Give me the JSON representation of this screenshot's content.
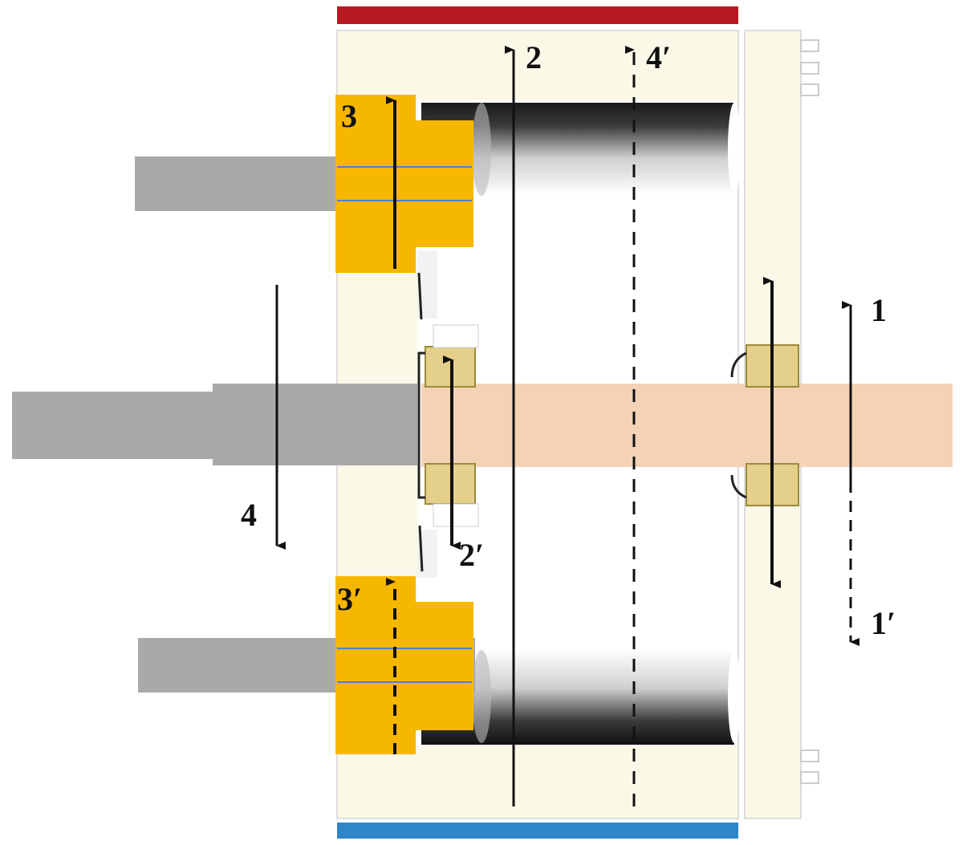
{
  "colors": {
    "top_bar": "#b51a22",
    "bottom_bar": "#2e86c9",
    "body": "#fbf8e8",
    "seal": "#f6b700",
    "shaft": "#a9a9a9",
    "sample": "#f3d2b6",
    "bearing": "#e4d08a",
    "arrow": "#111111"
  },
  "labels": {
    "l1": "1",
    "l1p": "1′",
    "l2": "2",
    "l2p": "2′",
    "l3": "3",
    "l3p": "3′",
    "l4": "4",
    "l4p": "4′"
  }
}
